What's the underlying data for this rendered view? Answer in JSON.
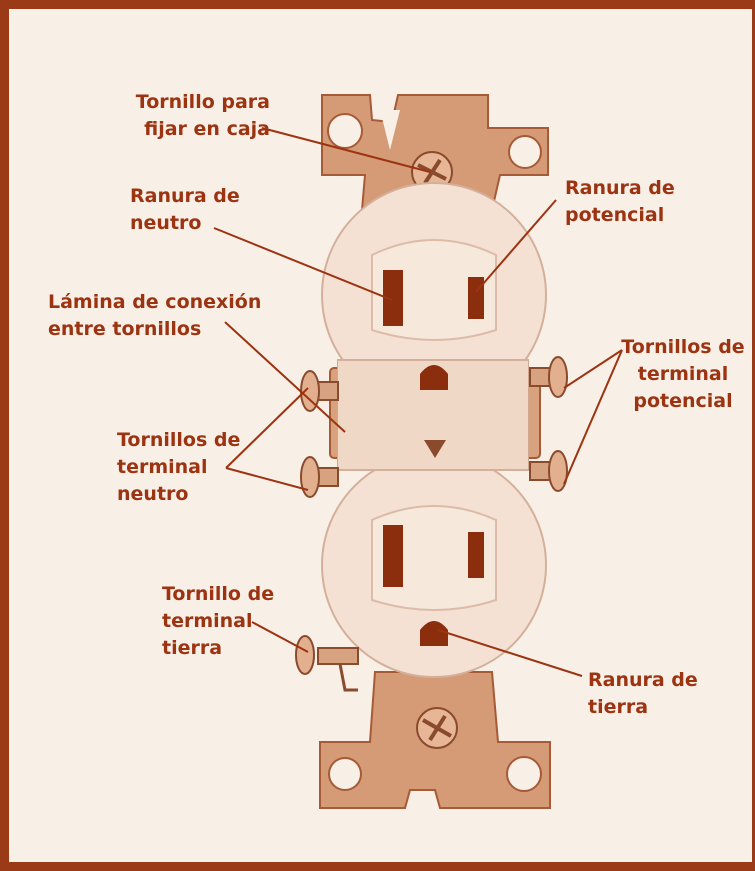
{
  "labels": {
    "box_screw": [
      "Tornillo para",
      "fijar en caja"
    ],
    "neutral_slot": [
      "Ranura de",
      "neutro"
    ],
    "hot_slot": [
      "Ranura de",
      "potencial"
    ],
    "link_tab": [
      "Lámina de conexión",
      "entre tornillos"
    ],
    "hot_terminal_screws": [
      "Tornillos de",
      "terminal",
      "potencial"
    ],
    "neutral_terminal_screws": [
      "Tornillos de",
      "terminal",
      "neutro"
    ],
    "ground_terminal_screw": [
      "Tornillo de",
      "terminal",
      "tierra"
    ],
    "ground_slot": [
      "Ranura de",
      "tierra"
    ]
  },
  "colors": {
    "border": "#9a3a17",
    "label_text": "#9c3311",
    "background": "#f8efe7",
    "receptacle_body": "#f3dfd0",
    "metal_strap": "#d59a76",
    "slot": "#8a2e0d",
    "leader_line": "#9c3311"
  }
}
